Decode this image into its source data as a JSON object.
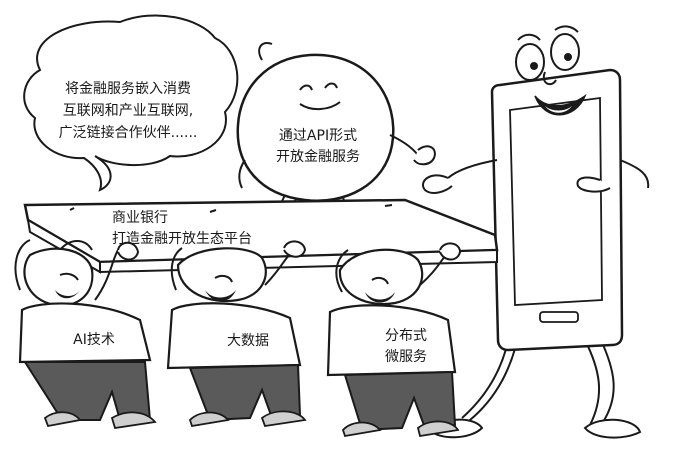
{
  "speech_bubble": {
    "line1": "将金融服务嵌入消费",
    "line2": "互联网和产业互联网,",
    "line3": "广泛链接合作伙伴......"
  },
  "ball_character": {
    "line1": "通过API形式",
    "line2": "开放金融服务"
  },
  "plank": {
    "line1": "商业银行",
    "line2": "打造金融开放生态平台"
  },
  "carriers": {
    "left_label": "AI技术",
    "middle_label": "大数据",
    "right_line1": "分布式",
    "right_line2": "微服务"
  },
  "colors": {
    "ink": "#1a1a1a",
    "shadow_gray": "#5a5a5a",
    "light_gray": "#cfcfcf",
    "paper": "#ffffff"
  }
}
